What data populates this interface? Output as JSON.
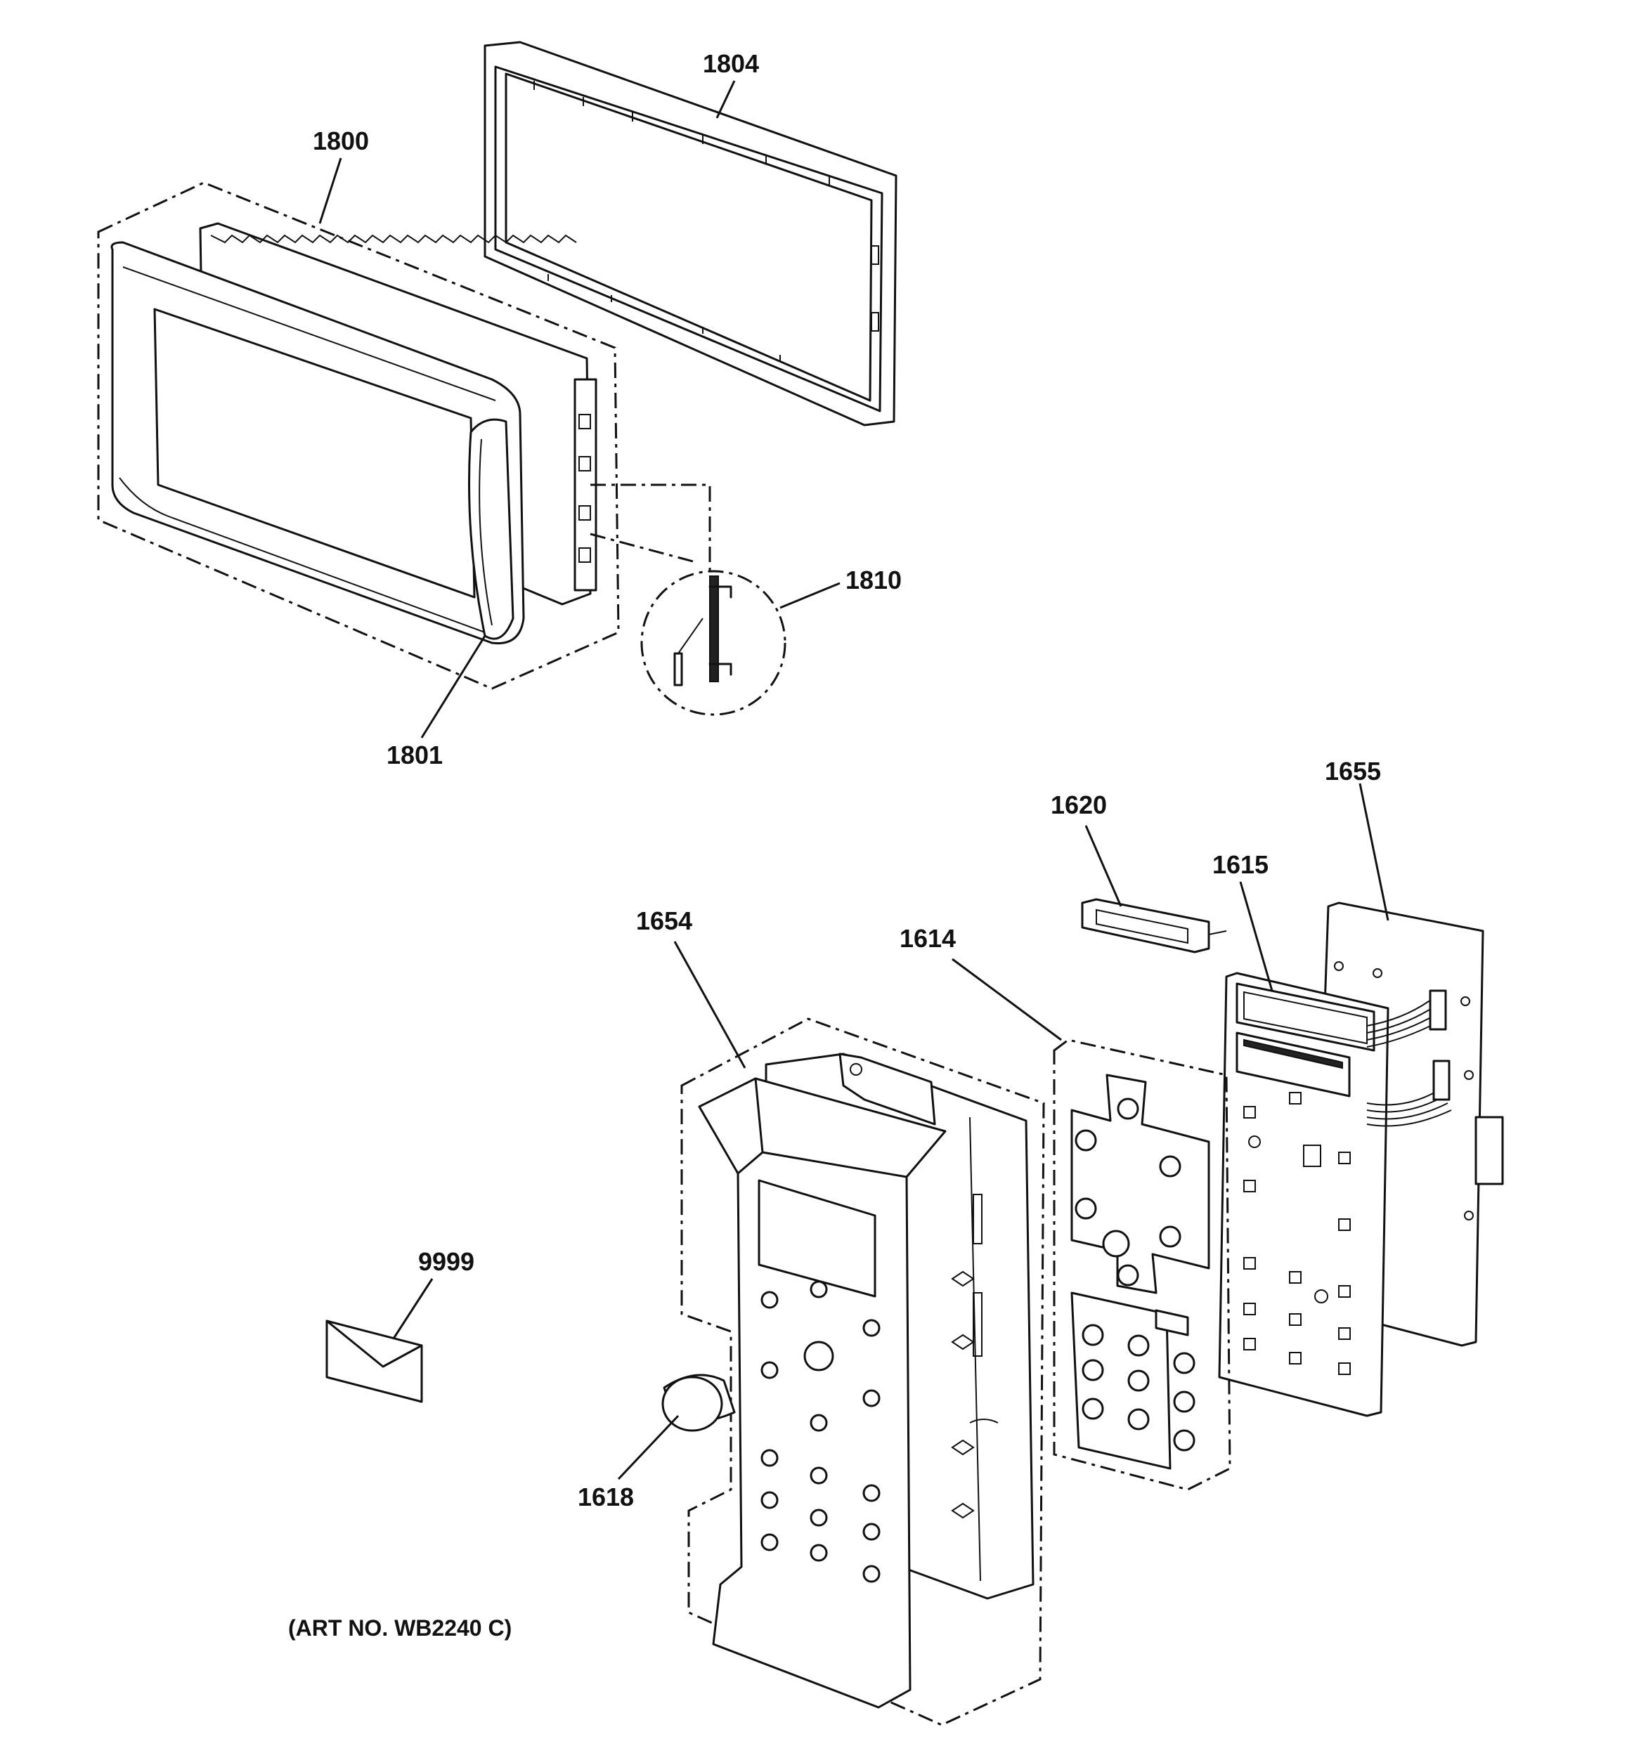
{
  "diagram": {
    "art_number": "(ART NO. WB2240 C)",
    "labels": {
      "p1804": "1804",
      "p1800": "1800",
      "p1810": "1810",
      "p1801": "1801",
      "p1620": "1620",
      "p1655": "1655",
      "p1615": "1615",
      "p1654": "1654",
      "p1614": "1614",
      "p9999": "9999",
      "p1618": "1618"
    }
  }
}
